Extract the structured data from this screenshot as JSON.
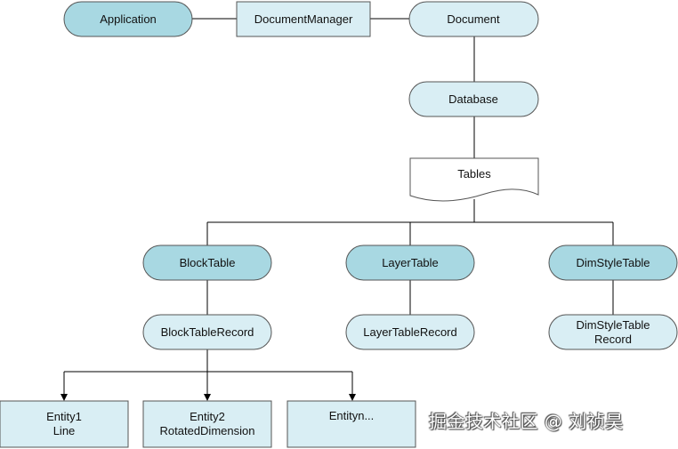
{
  "nodes": {
    "application": {
      "label": "Application"
    },
    "document_manager": {
      "label": "DocumentManager"
    },
    "document": {
      "label": "Document"
    },
    "database": {
      "label": "Database"
    },
    "tables": {
      "label": "Tables"
    },
    "block_table": {
      "label": "BlockTable"
    },
    "layer_table": {
      "label": "LayerTable"
    },
    "dim_style_table": {
      "label": "DimStyleTable"
    },
    "block_table_record": {
      "label": "BlockTableRecord"
    },
    "layer_table_record": {
      "label": "LayerTableRecord"
    },
    "dim_style_table_record": {
      "line1": "DimStyleTable",
      "line2": "Record"
    },
    "entity1": {
      "line1": "Entity1",
      "line2": "Line"
    },
    "entity2": {
      "line1": "Entity2",
      "line2": "RotatedDimension"
    },
    "entityn": {
      "label": "Entityn..."
    }
  },
  "watermark": "掘金技术社区 @ 刘祯昊",
  "colors": {
    "highlight_fill": "#a8d8e2",
    "light_fill": "#d9eef4",
    "stroke": "#555555",
    "line": "#000000"
  }
}
